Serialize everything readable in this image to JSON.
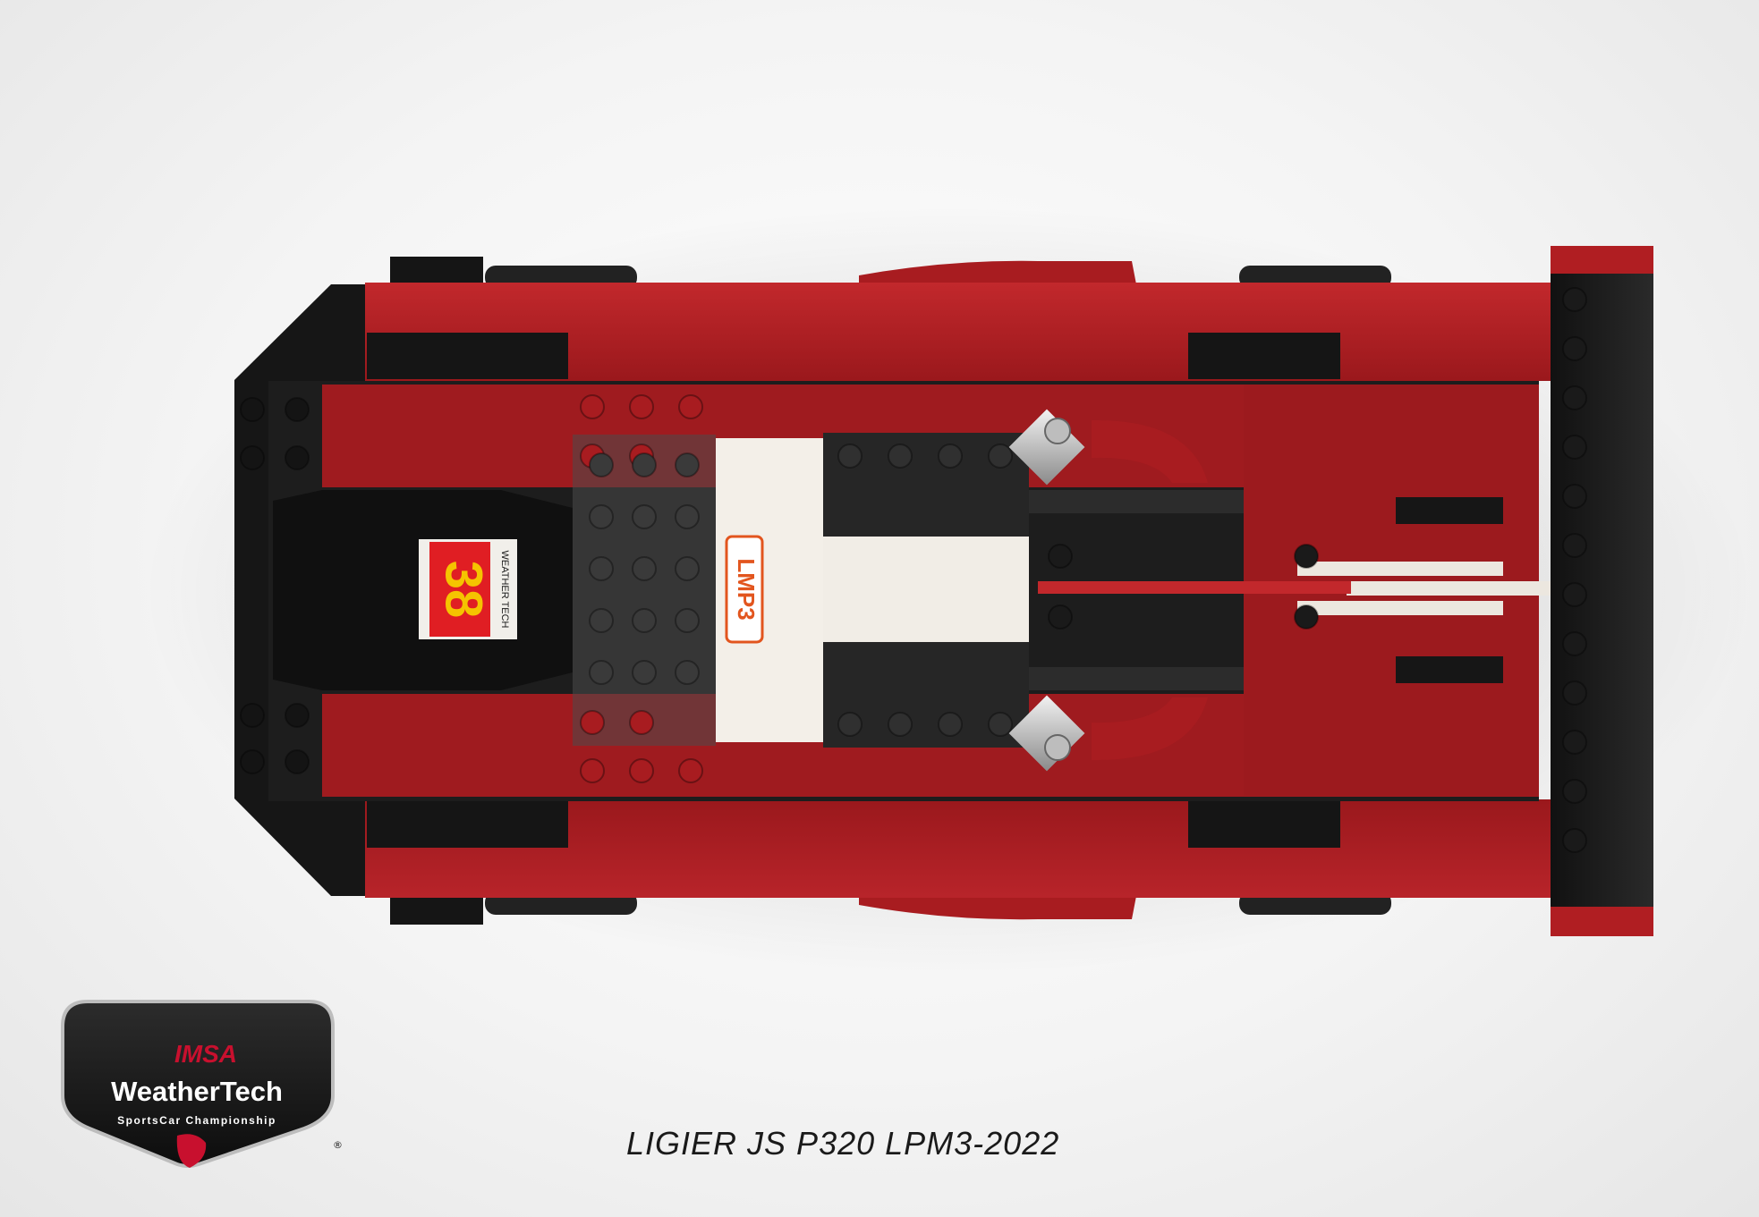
{
  "caption": "LIGIER JS P320 LPM3-2022",
  "car": {
    "race_number": "38",
    "class_label": "LMP3",
    "sponsor_plate": "WEATHER TECH",
    "colors": {
      "body_red": "#b01e22",
      "body_red_dark": "#7e1216",
      "black": "#1c1c1c",
      "white_stud": "#ece7df",
      "number_yellow": "#f5c400",
      "lmp3_orange": "#e2551e"
    }
  },
  "logo": {
    "brand": "IMSA",
    "title": "WeatherTech",
    "subtitle": "SportsCar Championship",
    "trademark": "®"
  }
}
